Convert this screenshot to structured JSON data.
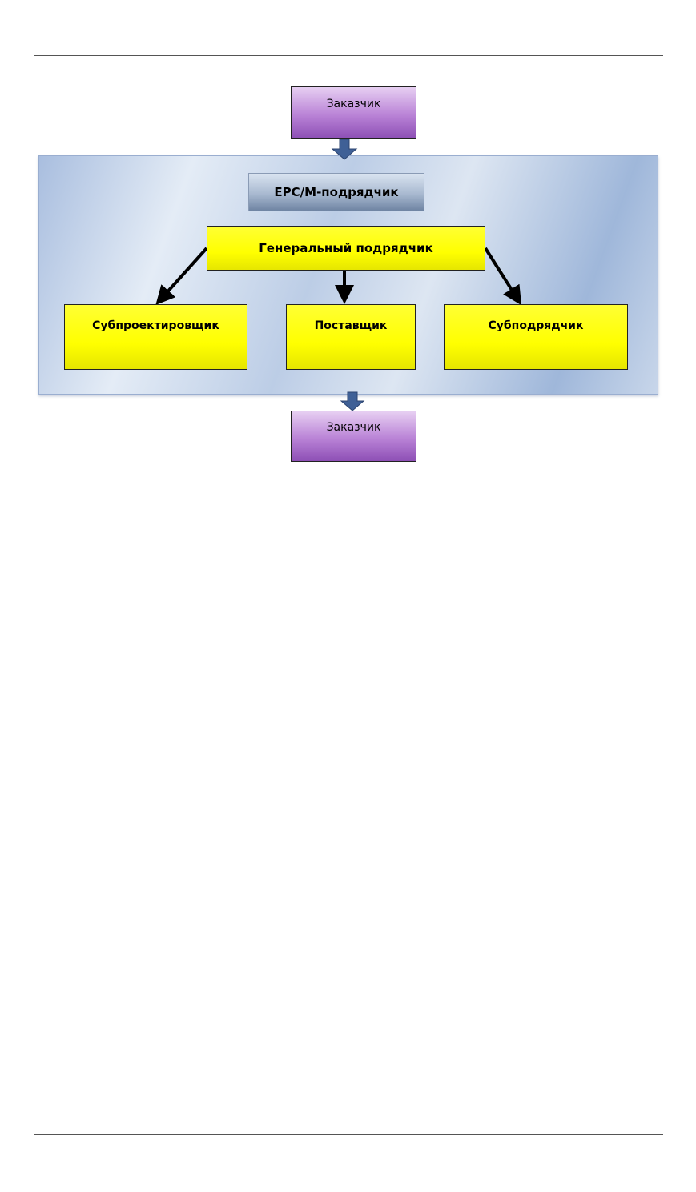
{
  "diagram": {
    "customer_top": "Заказчик",
    "epc_contractor": "EPC/M-подрядчик",
    "general_contractor": "Генеральный подрядчик",
    "sub_designer": "Субпроектировщик",
    "supplier": "Поставщик",
    "subcontractor": "Субподрядчик",
    "customer_bottom": "Заказчик"
  },
  "colors": {
    "purple_box": "#b982d6",
    "yellow_box": "#ffff00",
    "panel": "#c4d3e9",
    "block_arrow": "#3f6096",
    "arrow": "#000000"
  }
}
